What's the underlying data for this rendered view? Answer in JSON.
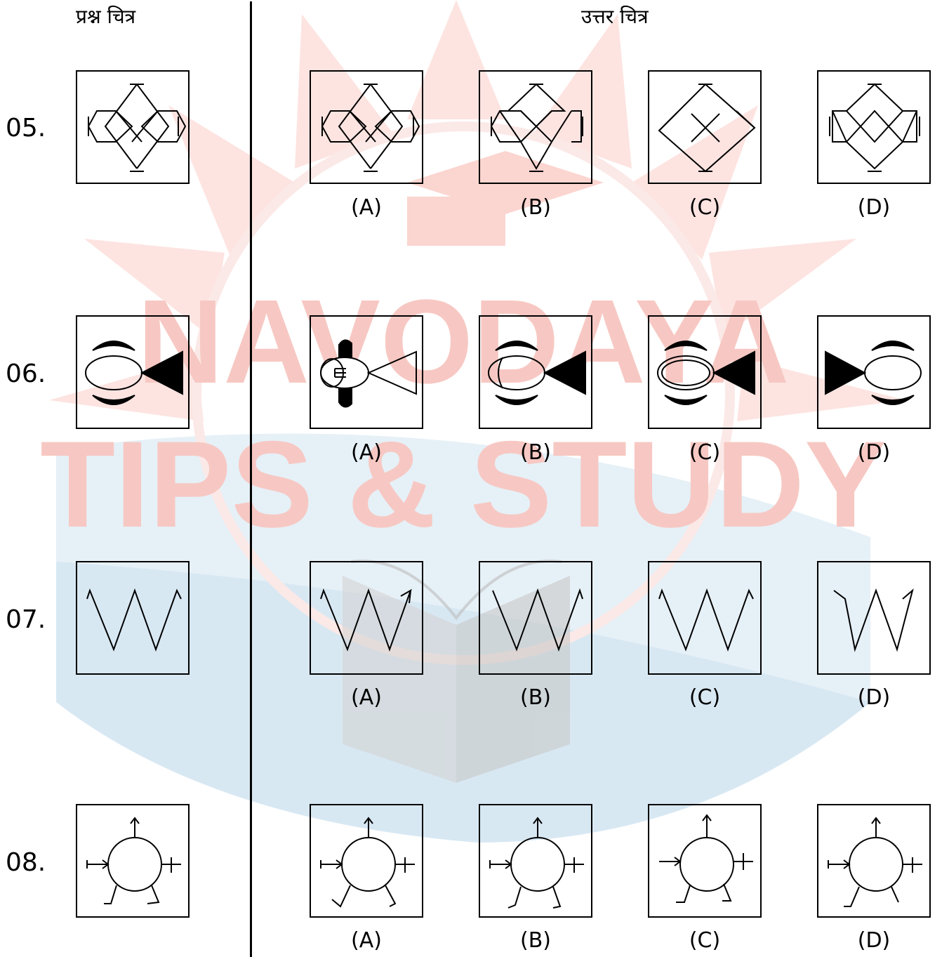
{
  "headers": {
    "question": "प्रश्न चित्र",
    "answer": "उत्तर चित्र"
  },
  "watermark": {
    "line1": "NAVODAYA",
    "line2": "TIPS & STUDY"
  },
  "colors": {
    "watermark_text": "#f7c8c3",
    "watermark_sun": "#fde4e1",
    "watermark_wave": "#d8e8f3"
  },
  "questions": [
    {
      "number": "05.",
      "figure_icon": "diamond-lattice-icon"
    },
    {
      "number": "06.",
      "figure_icon": "fish-eye-icon"
    },
    {
      "number": "07.",
      "figure_icon": "zigzag-w-icon"
    },
    {
      "number": "08.",
      "figure_icon": "circle-arrows-icon"
    }
  ],
  "option_labels": [
    "(A)",
    "(B)",
    "(C)",
    "(D)"
  ]
}
